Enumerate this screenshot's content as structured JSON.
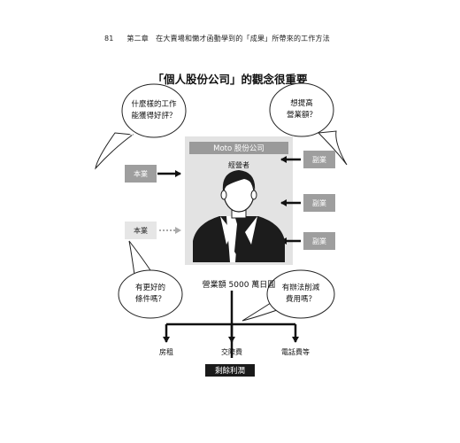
{
  "header": {
    "page_number": "81",
    "text": "第二章　在大賣場和懶才函動學到的「成果」所帶來的工作方法"
  },
  "diagram": {
    "title": "「個人股份公司」的觀念很重要",
    "bubbles": {
      "top_left": {
        "line1": "什麼樣的工作",
        "line2": "能獲得好評？"
      },
      "top_right": {
        "line1": "想提高",
        "line2": "營業額？"
      },
      "bottom_left": {
        "line1": "有更好的",
        "line2": "條件嗎？"
      },
      "bottom_right": {
        "line1": "有辦法削減",
        "line2": "費用嗎？"
      }
    },
    "company": {
      "name": "Moto 股份公司",
      "role": "經營者"
    },
    "main_job_top": "本業",
    "main_job_bottom": "本業",
    "side_jobs": [
      "副業",
      "副業",
      "副業"
    ],
    "revenue": "營業額 5000 萬日圓",
    "costs": [
      "房租",
      "交際費",
      "電話費等"
    ],
    "profit": "剩餘利潤",
    "colors": {
      "dark_box": "#9e9e9e",
      "light_box": "#e6e6e6",
      "panel": "#e3e3e3",
      "profit_box": "#1a1a1a"
    }
  }
}
